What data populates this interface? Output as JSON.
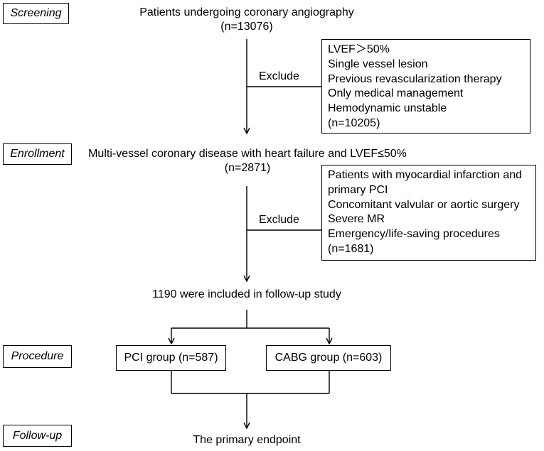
{
  "stages": {
    "screening": "Screening",
    "enrollment": "Enrollment",
    "procedure": "Procedure",
    "followup": "Follow-up"
  },
  "screening": {
    "title": "Patients undergoing coronary angiography",
    "count": "(n=13076)"
  },
  "exclude1": {
    "label": "Exclude",
    "items": [
      "LVEF＞50%",
      "Single vessel lesion",
      "Previous revascularization therapy",
      "Only medical management",
      "Hemodynamic unstable",
      "(n=10205)"
    ]
  },
  "enrollment": {
    "title": "Multi-vessel coronary disease with heart failure and LVEF≤50%",
    "count": "(n=2871)"
  },
  "exclude2": {
    "label": "Exclude",
    "items": [
      "Patients with myocardial infarction and",
      "primary PCI",
      "Concomitant valvular or aortic surgery",
      "Severe MR",
      "Emergency/life-saving procedures",
      "(n=1681)"
    ]
  },
  "included": "1190 were included in follow-up study",
  "groups": {
    "pci": "PCI group (n=587)",
    "cabg": "CABG group (n=603)"
  },
  "endpoint": "The primary endpoint"
}
